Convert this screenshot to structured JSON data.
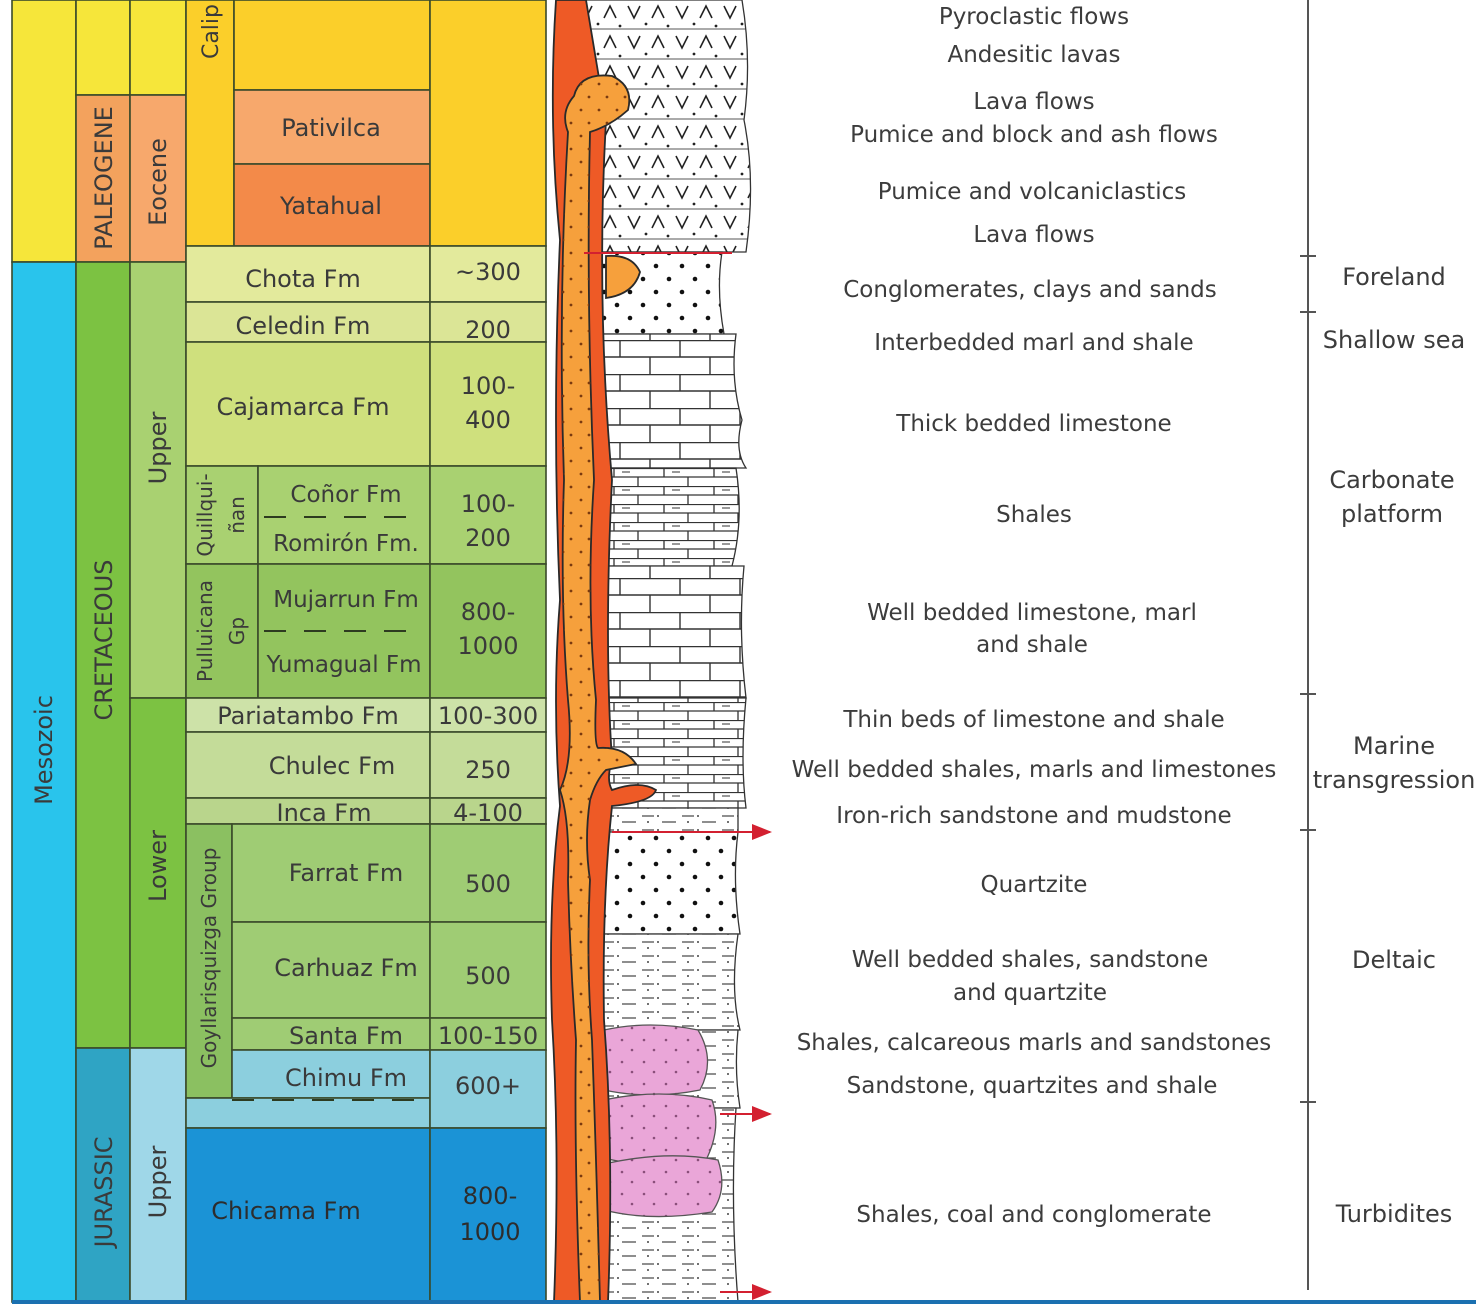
{
  "era": "Mesozoic",
  "periods": [
    "PALEOGENE",
    "CRETACEOUS",
    "JURASSIC"
  ],
  "epochs": [
    "Eocene",
    "Upper",
    "Lower",
    "Upper"
  ],
  "groups": [
    "Calip",
    "Quillqui- ñan",
    "Pulluicana Gp",
    "Goyllarisquizga Group"
  ],
  "formations": [
    {
      "name": "Pativilca",
      "thickness": ""
    },
    {
      "name": "Yatahual",
      "thickness": ""
    },
    {
      "name": "Chota Fm",
      "thickness": "~300"
    },
    {
      "name": "Celedin Fm",
      "thickness": "200"
    },
    {
      "name": "Cajamarca Fm",
      "thickness": "100- 400"
    },
    {
      "name": "Coñor Fm",
      "thickness": ""
    },
    {
      "name": "Romirón Fm.",
      "thickness": "100- 200"
    },
    {
      "name": "Mujarrun Fm",
      "thickness": ""
    },
    {
      "name": "Yumagual Fm",
      "thickness": "800- 1000"
    },
    {
      "name": "Pariatambo Fm",
      "thickness": "100-300"
    },
    {
      "name": "Chulec Fm",
      "thickness": "250"
    },
    {
      "name": "Inca Fm",
      "thickness": "4-100"
    },
    {
      "name": "Farrat Fm",
      "thickness": "500"
    },
    {
      "name": "Carhuaz Fm",
      "thickness": "500"
    },
    {
      "name": "Santa Fm",
      "thickness": "100-150"
    },
    {
      "name": "Chimu Fm",
      "thickness": "600+"
    },
    {
      "name": "Chicama Fm",
      "thickness": "800- 1000"
    }
  ],
  "descriptions": [
    "Pyroclastic flows",
    "Andesitic lavas",
    "Lava flows",
    "Pumice and block and ash flows",
    "Pumice and volcaniclastics",
    "Lava flows",
    "Conglomerates, clays and sands",
    "Interbedded marl and shale",
    "Thick bedded limestone",
    "Shales",
    "Well bedded limestone, marl",
    "and shale",
    "Thin beds of limestone and shale",
    "Well bedded shales, marls and limestones",
    "Iron-rich sandstone and mudstone",
    "Quartzite",
    "Well bedded shales, sandstone",
    "and quartzite",
    "Shales, calcareous marls and sandstones",
    "Sandstone, quartzites and shale",
    "Shales, coal and conglomerate"
  ],
  "environments": [
    "Foreland",
    "Shallow sea",
    "Carbonate platform",
    "Marine transgression",
    "Deltaic",
    "Turbidites"
  ],
  "colors": {
    "mesozoic": "#29c4ec",
    "paleogene_period": "#f3a25d",
    "yellow": "#f6e63a",
    "tertiary_yellow": "#fbcf2a",
    "cretaceous": "#7cc242",
    "upper_cretaceous": "#a9d171",
    "upper_cretaceous_fm": "#cfe07d",
    "lower_cretaceous_fm": "#b5d68e",
    "goyllar": "#8bc061",
    "jurassic": "#2fa4c4",
    "jurassic_upper": "#9fd7e8",
    "chimu": "#8ccfde",
    "chicama": "#1b93d6",
    "pativilca": "#f7a86c",
    "yatahual": "#f38a49",
    "intrusive_red": "#ee5a26",
    "intrusive_orange": "#f6a03c",
    "pink": "#eaa6d8",
    "arrow": "#d32030"
  }
}
